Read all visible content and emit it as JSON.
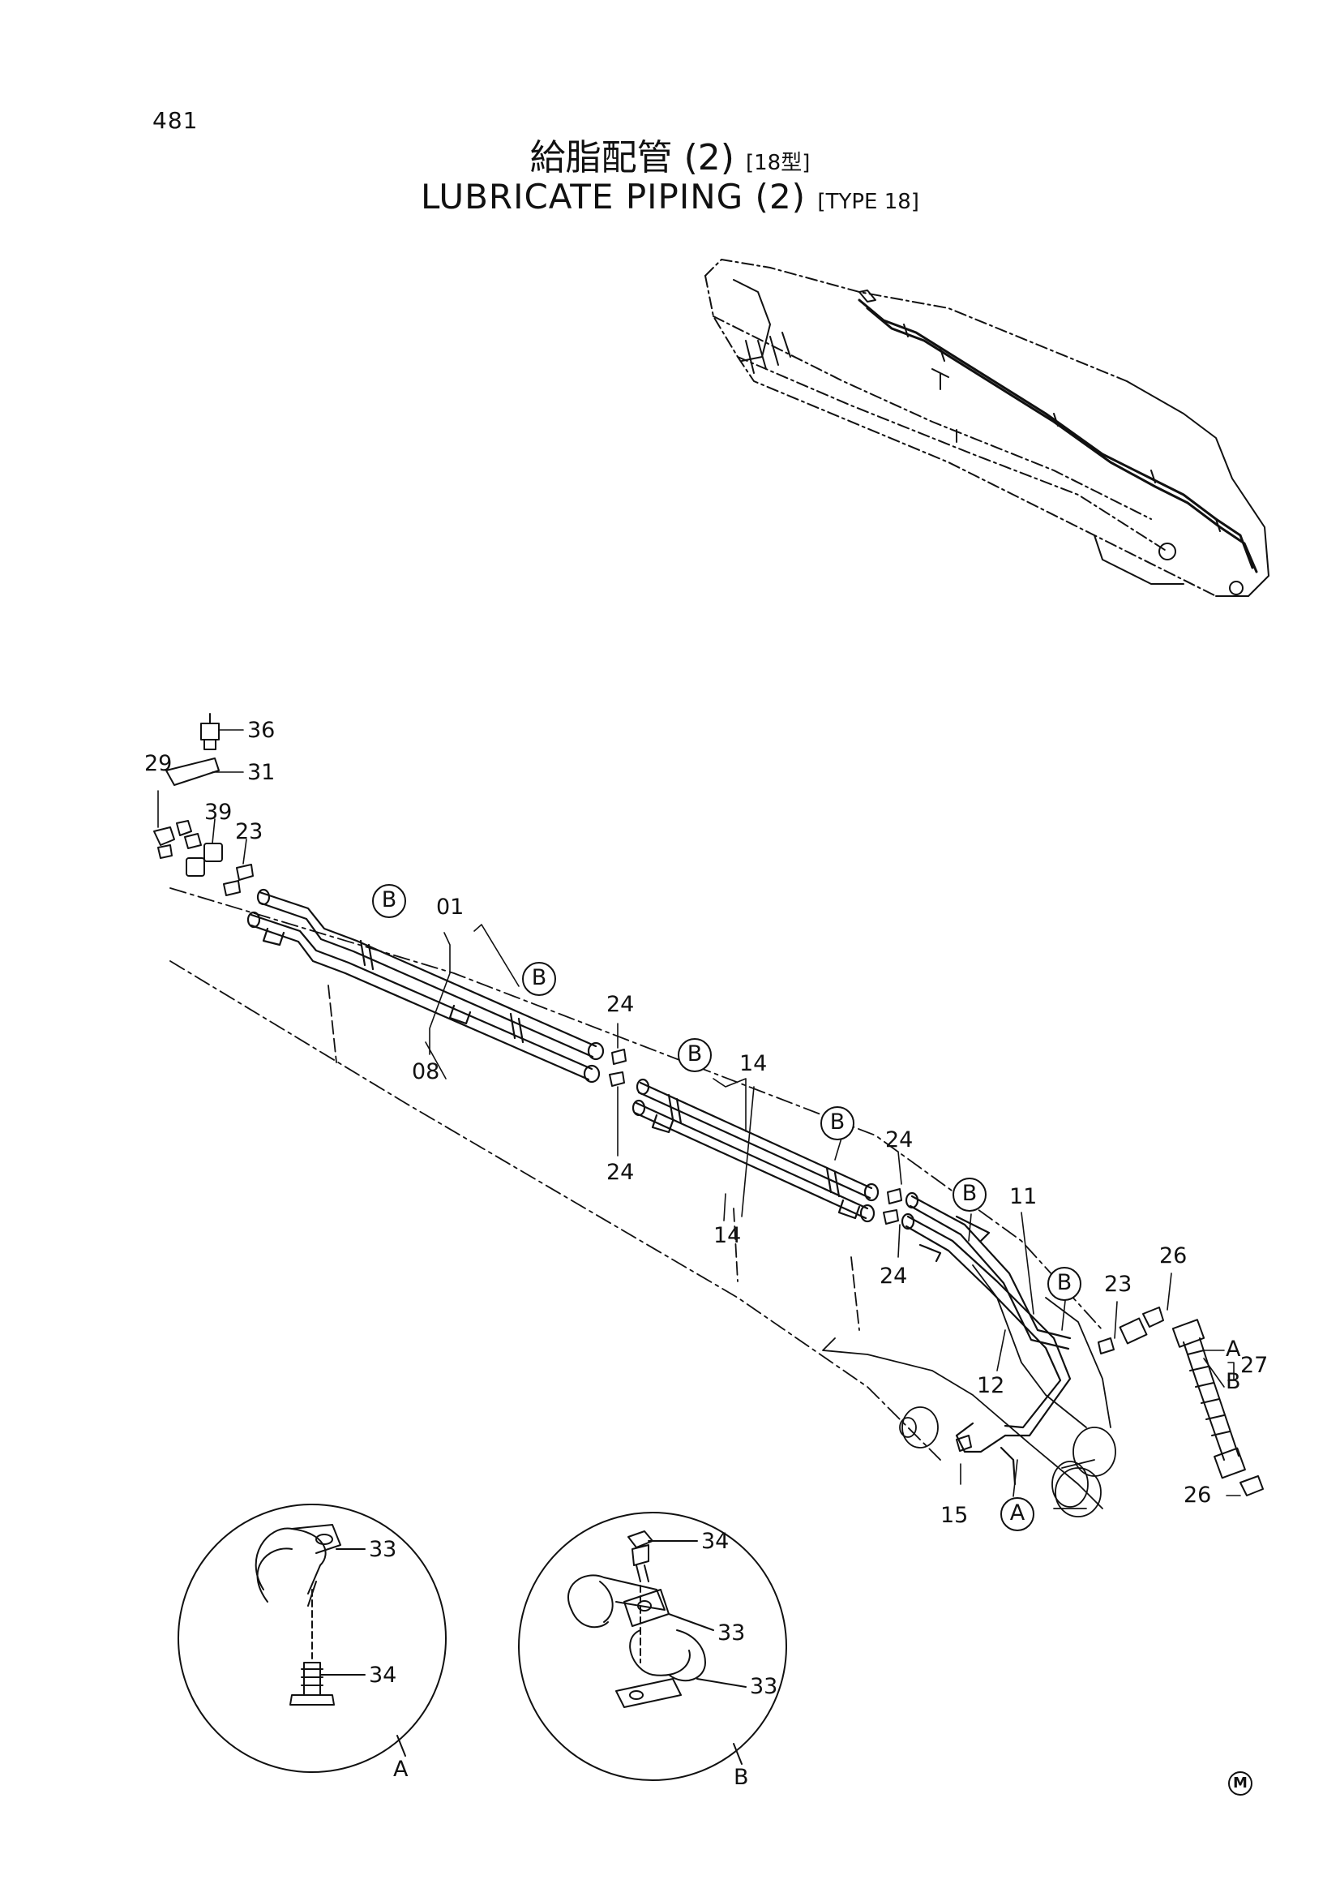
{
  "header": {
    "page_number": "481",
    "title_jp": "給脂配管 (2)",
    "title_jp_type": "[18型]",
    "title_en": "LUBRICATE PIPING (2)",
    "title_en_type": "[TYPE 18]"
  },
  "callouts": {
    "p36": "36",
    "p31": "31",
    "p29": "29",
    "p39": "39",
    "p23a": "23",
    "p01": "01",
    "p08": "08",
    "p24a": "24",
    "p24b": "24",
    "p14a": "14",
    "p14b": "14",
    "p24c": "24",
    "p24d": "24",
    "p11": "11",
    "p12": "12",
    "p23b": "23",
    "p26a": "26",
    "p27": "27",
    "p27a": "A",
    "p27b": "B",
    "p26b": "26",
    "p15": "15",
    "detailA_33": "33",
    "detailA_34": "34",
    "detailA_label": "A",
    "detailB_34": "34",
    "detailB_33a": "33",
    "detailB_33b": "33",
    "detailB_label": "B"
  },
  "circled_refs": {
    "b1": "B",
    "b2": "B",
    "b3": "B",
    "b4": "B",
    "b5": "B",
    "b6": "B",
    "a1": "A"
  },
  "footer": {
    "mark": "M"
  }
}
